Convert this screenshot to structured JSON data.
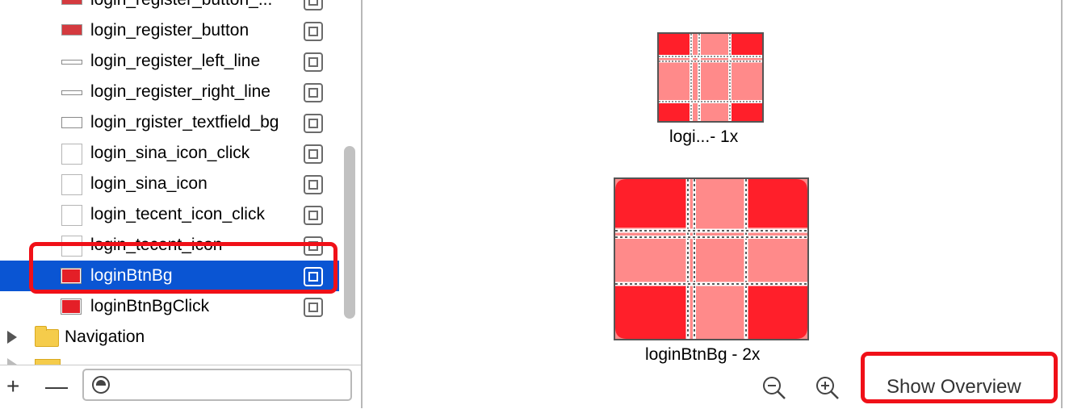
{
  "sidebar": {
    "items": [
      {
        "label": "login_register_button_...",
        "thumb": "red-strip"
      },
      {
        "label": "login_register_button",
        "thumb": "red-strip"
      },
      {
        "label": "login_register_left_line",
        "thumb": "line"
      },
      {
        "label": "login_register_right_line",
        "thumb": "line"
      },
      {
        "label": "login_rgister_textfield_bg",
        "thumb": "field"
      },
      {
        "label": "login_sina_icon_click",
        "thumb": "box"
      },
      {
        "label": "login_sina_icon",
        "thumb": "box"
      },
      {
        "label": "login_tecent_icon_click",
        "thumb": "box"
      },
      {
        "label": "login_tecent_icon",
        "thumb": "box"
      },
      {
        "label": "loginBtnBg",
        "thumb": "red-square",
        "selected": true
      },
      {
        "label": "loginBtnBgClick",
        "thumb": "red-square"
      }
    ],
    "folders": [
      {
        "label": "Navigation",
        "icon": "folder-icon",
        "expanded": false
      }
    ]
  },
  "footer": {
    "add_symbol": "+",
    "remove_symbol": "—",
    "filter_placeholder": ""
  },
  "preview": {
    "image_1x_caption": "logi...- 1x",
    "image_2x_caption": "loginBtnBg - 2x",
    "zoom_out_icon": "zoom-out-icon",
    "zoom_in_icon": "zoom-in-icon",
    "show_overview_label": "Show Overview"
  },
  "colors": {
    "selection": "#0a55d3",
    "image_red": "#ff1f2a",
    "image_pink": "#ff8a8a",
    "highlight_box": "#f01018"
  }
}
